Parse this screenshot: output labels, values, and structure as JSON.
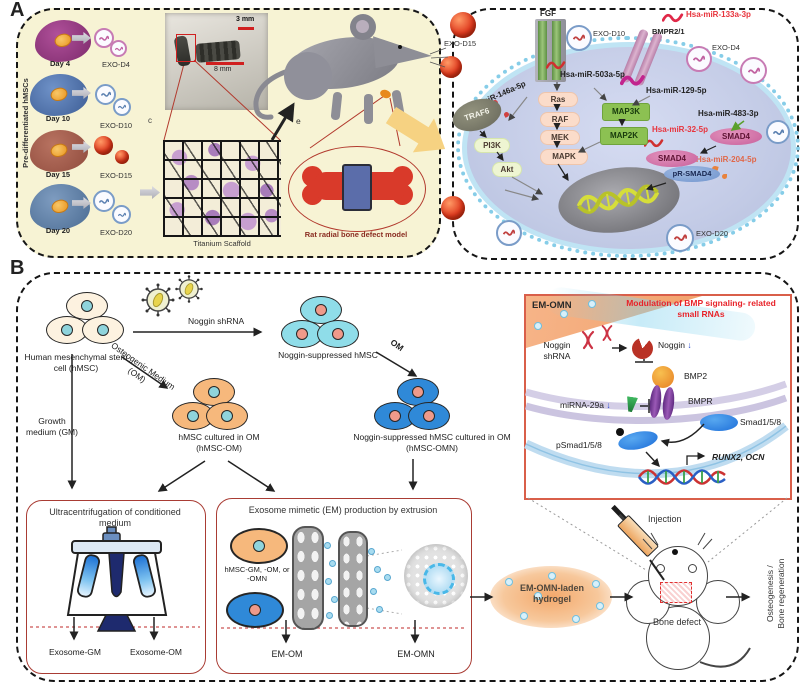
{
  "panelA": {
    "label": "A",
    "left": {
      "side_label": "Pre-differentiated hMSCs",
      "rows": [
        {
          "day": "Day 4",
          "exo": "EXO-D4"
        },
        {
          "day": "Day 10",
          "exo": "EXO-D10"
        },
        {
          "day": "Day 15",
          "exo": "EXO-D15"
        },
        {
          "day": "Day 20",
          "exo": "EXO-D20"
        }
      ],
      "photo": {
        "scale_top": "3 mm",
        "scale_inner": "8 mm",
        "marker": "c"
      },
      "scaffold_label": "Titanium Scaffold",
      "arrow_mark": "e",
      "bone_model_label": "Rat radial bone defect model"
    },
    "right": {
      "fgf": "FGF",
      "bmpr": "BMPR2/1",
      "exo_d15": "EXO-D15",
      "exo_d10": "EXO-D10",
      "exo_d4": "EXO-D4",
      "exo_d20": "EXO-D20",
      "mir133": "Hsa-miR-133a-3p",
      "mir146": "Hsa-miR-146a-5p",
      "mir503": "Hsa-miR-503a-5p",
      "mir129": "Hsa-miR-129-5p",
      "mir483": "Hsa-miR-483-3p",
      "mir32": "Hsa-miR-32-5p",
      "mir204": "Hsa-miR-204-5p",
      "traf6": "TRAF6",
      "pi3k": "PI3K",
      "akt": "Akt",
      "ras": "Ras",
      "raf": "RAF",
      "mek": "MEK",
      "mapk": "MAPK",
      "map3k": "MAP3K",
      "map2k": "MAP2K",
      "smad4_a": "SMAD4",
      "smad4_b": "SMAD4",
      "pr_smad4": "pR-SMAD4"
    }
  },
  "panelB": {
    "label": "B",
    "hmsc": "Human mesenchymal stem cell (hMSC)",
    "noggin_shrna": "Noggin shRNA",
    "osteogenic": "Osteogenic Medium (OM)",
    "growth": "Growth medium (GM)",
    "hmsc_om": "hMSC cultured in OM (hMSC-OM)",
    "noggin_sup": "Noggin-suppressed hMSC",
    "om": "OM",
    "hmsc_omn": "Noggin-suppressed hMSC cultured in OM (hMSC-OMN)",
    "ultra_title": "Ultracentrifugation of conditioned medium",
    "exosome_gm": "Exosome-GM",
    "exosome_om": "Exosome-OM",
    "em_title": "Exosome mimetic (EM) production by extrusion",
    "em_cells": "hMSC-GM, -OM, or -OMN",
    "em_om": "EM-OM",
    "em_omn": "EM-OMN",
    "hydrogel": "EM-OMN-laden hydrogel",
    "injection": "Injection",
    "bone_defect": "Bone defect",
    "outcome_line1": "Osteogenesis /",
    "outcome_line2": "Bone regeneration",
    "inset": {
      "tag": "EM-OMN",
      "title": "Modulation of BMP signaling- related small RNAs",
      "noggin_shrna": "Noggin shRNA",
      "noggin": "Noggin",
      "down": "↓",
      "bmp2": "BMP2",
      "mirna29a": "miRNA-29a",
      "bmpr": "BMPR",
      "smad158": "Smad1/5/8",
      "psmad158": "pSmad1/5/8",
      "genes": "RUNX2, OCN"
    }
  },
  "colors": {
    "accent_red": "#e8333c",
    "box_border": "#a93c34",
    "inset_border": "#d95f4a",
    "panelA_bg": "#f7f3d4"
  }
}
